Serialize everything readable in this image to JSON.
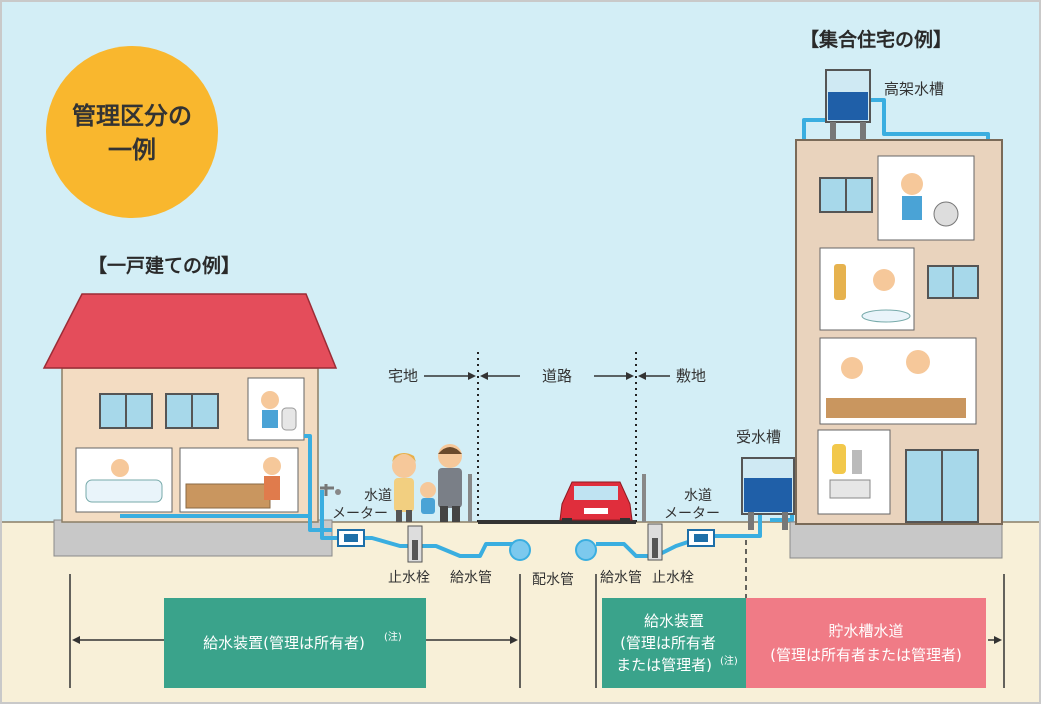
{
  "badge": {
    "line1": "管理区分の",
    "line2": "一例"
  },
  "house_title": "【一戸建ての例】",
  "apartment_title": "【集合住宅の例】",
  "labels": {
    "elevated_tank": "高架水槽",
    "receiving_tank": "受水槽",
    "residential_land": "宅地",
    "road": "道路",
    "premises": "敷地",
    "meter_line1": "水道",
    "meter_line2": "メーター",
    "stop_valve": "止水栓",
    "service_pipe": "給水管",
    "distribution_pipe": "配水管"
  },
  "boxes": {
    "house_box": {
      "text": "給水装置(管理は所有者)",
      "note": "(注)"
    },
    "apt_supply_box": {
      "line1": "給水装置",
      "line2": "(管理は所有者",
      "line3": "または管理者)",
      "note": "(注)"
    },
    "storage_box": {
      "line1": "貯水槽水道",
      "line2": "(管理は所有者または管理者)"
    }
  },
  "colors": {
    "sky": "#d3eef6",
    "ground": "#f8f0d8",
    "badge": "#f9b72e",
    "roof": "#e44d5b",
    "pipe": "#3aaee0",
    "green_box": "#3aa38b",
    "pink_box": "#f07b86",
    "car": "#e02e3c",
    "frame": "#c9c9c9"
  }
}
